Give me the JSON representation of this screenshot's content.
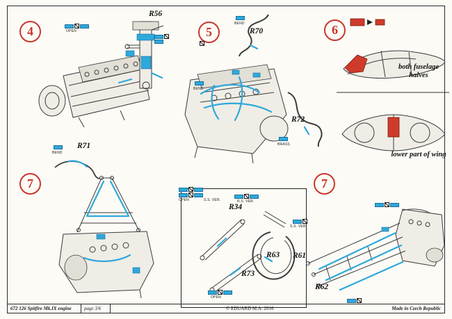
{
  "steps": {
    "step4": "4",
    "step5": "5",
    "step6": "6",
    "step7_left": "7",
    "step7_right": "7"
  },
  "part_labels": {
    "r56": "R56",
    "r70": "R70",
    "r71": "R71",
    "r72": "R72",
    "r34": "R34",
    "r63": "R63",
    "r73": "R73",
    "r61": "R61",
    "r62": "R62"
  },
  "notes": {
    "fuselage": "both fuselage halves",
    "wing": "lower part of wing"
  },
  "callouts": {
    "open": "OPEN",
    "bend": "BEND",
    "brass": "BRASS",
    "ss_ver": "S.S. VER.",
    "rs_ver": "R.S. VER."
  },
  "footer": {
    "catalog": "672 126  Spitfire Mk.IX engine",
    "page": "page 3/6",
    "copyright": "© EDUARD  M.A.  2016",
    "made_in": "Made in Czech Republic"
  },
  "colors": {
    "pe_blue": "#2fa8dc",
    "step_red": "#c8372d",
    "paint_red": "#cf3b2a"
  }
}
